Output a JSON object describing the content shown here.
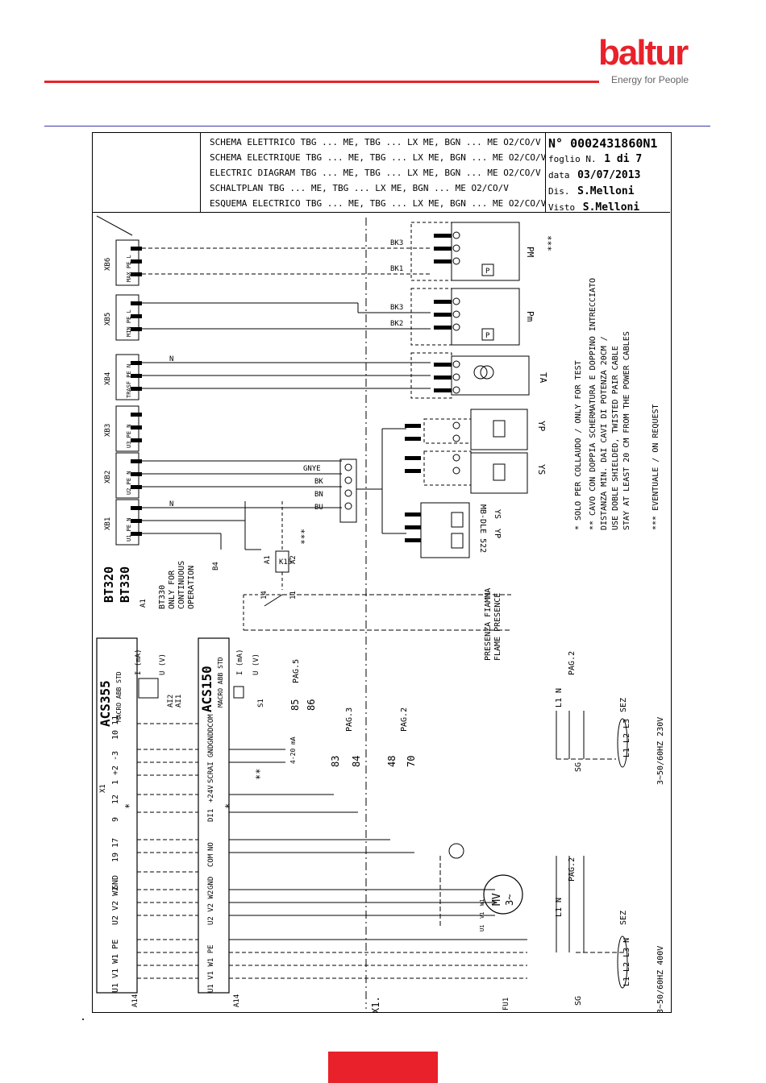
{
  "header": {
    "brand": "baltur",
    "tagline": "Energy for People",
    "brand_color": "#e8212a",
    "rule_color": "#3a3aa6"
  },
  "title_block": {
    "titles": [
      "SCHEMA ELETTRICO TBG ... ME, TBG ... LX ME, BGN ... ME O2/CO/V",
      "SCHEMA ELECTRIQUE TBG ... ME, TBG ... LX ME, BGN ... ME O2/CO/V",
      "ELECTRIC DIAGRAM TBG ... ME, TBG ... LX ME, BGN ... ME O2/CO/V",
      "SCHALTPLAN TBG ... ME, TBG ... LX ME, BGN ... ME O2/CO/V",
      "ESQUEMA ELECTRICO TBG ... ME, TBG ... LX ME, BGN ... ME O2/CO/V"
    ],
    "doc_number": "N° 0002431860N1",
    "sheet_label": "foglio N.",
    "sheet_value": "1 di 7",
    "date_label": "data",
    "date_value": "03/07/2013",
    "drawn_label": "Dis.",
    "drawn_value": "S.Melloni",
    "checked_label": "Visto",
    "checked_value": "S.Melloni"
  },
  "diagram": {
    "terminals": [
      "XB6",
      "XB5",
      "XB4",
      "XB3",
      "XB2",
      "XB1"
    ],
    "terminal_groups": [
      "MAX PE L",
      "MIN PE L",
      "TRASF PE N",
      "U3 PE N",
      "U2 PE N",
      "U1 PE N"
    ],
    "wire_labels": [
      "BK3",
      "BK1",
      "BK3",
      "BK2",
      "GNYE",
      "BK",
      "BN",
      "BU",
      "N",
      "N"
    ],
    "components": [
      "PM",
      "Pm",
      "TA",
      "YP",
      "YS",
      "MB-DLE 522",
      "YS",
      "YP",
      "P",
      "P",
      "K16",
      "BT320",
      "BT330",
      "A1",
      "B4",
      "A1",
      "A2",
      "14",
      "11"
    ],
    "stars": [
      "***",
      "***",
      "**",
      "*",
      "*"
    ],
    "bt330_note": [
      "BT330",
      "ONLY FOR",
      "CONTINUOUS",
      "OPERATION"
    ],
    "flame_presence": [
      "PRESENZA FIAMMA",
      "FLAME PRESENCE"
    ],
    "notes": [
      "*  SOLO PER COLLAUDO / ONLY FOR TEST",
      "** CAVO CON DOPPIA SCHERMATURA E DOPPINO INTRECCIATO",
      "DISTANZA MIN. DAI CAVI DI POTENZA 20CM /",
      "USE DOBLE SHIELDED, TWISTED PAIR CABLE",
      "STAY AT LEAST 20 CM FROM THE POWER CABLES",
      "*** EVENTUALE / ON REQUEST"
    ],
    "acs355": {
      "name": "ACS355",
      "macro": "MACRO ABB STD",
      "ai_labels": [
        "AI2",
        "AI1"
      ],
      "io_labels": [
        "I (mA)",
        "U (V)"
      ],
      "x1_label": "X1",
      "terminals": [
        "10 11",
        "1 +2 -3",
        "12",
        "9",
        "19 17",
        "GND",
        "U2 V2 W2",
        "U1 V1 W1 PE"
      ],
      "bottom": "A14"
    },
    "acs150": {
      "name": "ACS150",
      "macro": "MACRO ABB STD",
      "s1": "S1",
      "io_labels": [
        "I (mA)",
        "U (V)"
      ],
      "terminals": [
        "DCOM",
        "GND",
        "GND",
        "AI",
        "SCR",
        "+24V",
        "DI1",
        "NO",
        "COM",
        "GND",
        "U2 V2 W2",
        "U1 V1 W1 PE"
      ],
      "bottom": "A14"
    },
    "refs": [
      "85",
      "86",
      "PAG.5",
      "4-20 mA",
      "83",
      "84",
      "PAG.3",
      "48",
      "70",
      "PAG.2"
    ],
    "motor": [
      "MV",
      "3~",
      "U1",
      "V1",
      "W1"
    ],
    "x1_bottom": "X1.",
    "fu1": "FU1",
    "supplies": [
      {
        "sg": "SG",
        "sez": "SEZ",
        "pag": "PAG.2",
        "lines": "L1 L2 L3",
        "spec": "3~50/60HZ 230V",
        "top": "L1 N"
      },
      {
        "sg": "SG",
        "sez": "SEZ",
        "pag": "PAG.2",
        "lines": "L1 L2 L3 N",
        "spec": "3~50/60HZ 400V",
        "top": "L1 N"
      }
    ]
  }
}
